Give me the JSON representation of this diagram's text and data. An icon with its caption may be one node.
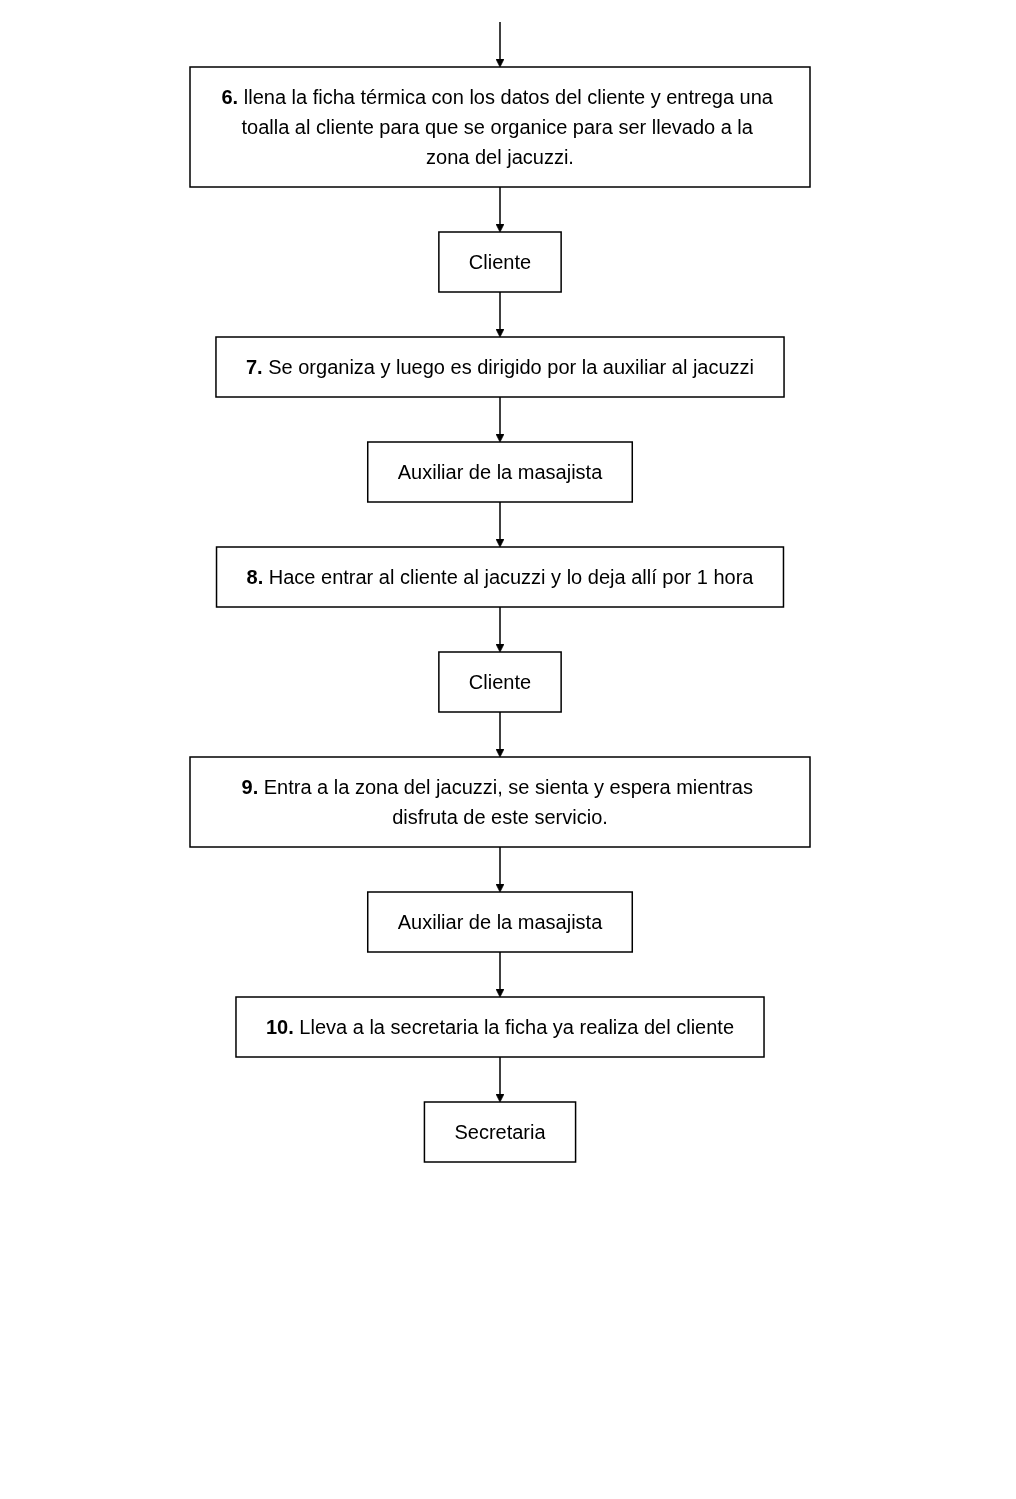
{
  "diagram": {
    "nodes": [
      {
        "text": [
          "**6.** llena la ficha térmica con los datos del cliente y entrega una toalla al cliente para que se organice para ser llevado a la zona del jacuzzi."
        ]
      },
      {
        "text": [
          "Cliente"
        ]
      },
      {
        "text": [
          "**7.** Se organiza y luego es dirigido por la auxiliar al jacuzzi"
        ]
      },
      {
        "text": [
          "Auxiliar de la masajista"
        ]
      },
      {
        "text": [
          "**8.** Hace entrar al cliente al jacuzzi y lo deja allí por 1 hora"
        ]
      },
      {
        "text": [
          "Cliente"
        ]
      },
      {
        "text": [
          "**9.** Entra a la zona del jacuzzi, se sienta y espera mientras disfruta de este servicio."
        ]
      },
      {
        "text": [
          "Auxiliar de la masajista"
        ]
      },
      {
        "text": [
          "**10.** Lleva a la secretaria la ficha ya realiza del cliente"
        ]
      },
      {
        "text": [
          "Secretaria"
        ]
      }
    ],
    "edges": [
      {
        "from": null,
        "to": 0,
        "arrow": "to"
      },
      {
        "from": 0,
        "to": 1,
        "arrow": "to"
      },
      {
        "from": 1,
        "to": 2,
        "arrow": "to"
      },
      {
        "from": 2,
        "to": 3,
        "arrow": "to"
      },
      {
        "from": 3,
        "to": 4,
        "arrow": "to"
      },
      {
        "from": 4,
        "to": 5,
        "arrow": "to"
      },
      {
        "from": 5,
        "to": 6,
        "arrow": "to"
      },
      {
        "from": 6,
        "to": 7,
        "arrow": "to"
      },
      {
        "from": 7,
        "to": 8,
        "arrow": "to"
      },
      {
        "from": 8,
        "to": 9,
        "arrow": "to"
      }
    ]
  }
}
